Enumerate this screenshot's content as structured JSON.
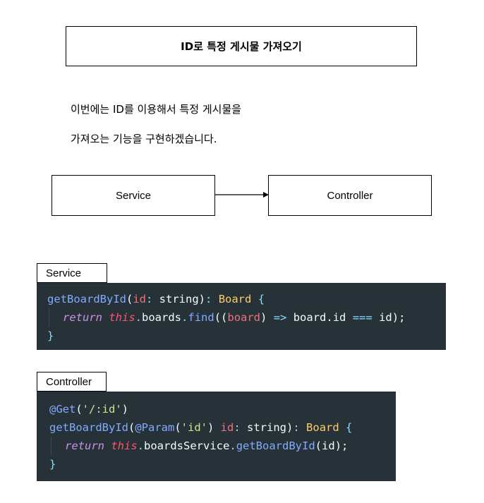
{
  "title": "ID로 특정 게시물 가져오기",
  "description": {
    "line1": "이번에는 ID를 이용해서 특정 게시물을",
    "line2": "가져오는 기능을 구현하겠습니다."
  },
  "flow": {
    "from": "Service",
    "to": "Controller"
  },
  "service_code": {
    "tag": "Service",
    "method_name": "getBoardById",
    "param_name": "id",
    "param_type": "string",
    "return_type": "Board",
    "keyword_return": "return",
    "keyword_this": "this",
    "boards_prop": "boards",
    "find_fn": "find",
    "board_param": "board",
    "arrow": "=>",
    "compare_lhs": "board.id",
    "strict_eq": "===",
    "compare_rhs": "id"
  },
  "controller_code": {
    "tag": "Controller",
    "decorator_get": "@Get",
    "route": "'/:id'",
    "method_name": "getBoardById",
    "decorator_param": "@Param",
    "param_key": "'id'",
    "param_name": "id",
    "param_type": "string",
    "return_type": "Board",
    "keyword_return": "return",
    "keyword_this": "this",
    "service_prop": "boardsService",
    "service_method": "getBoardById",
    "call_arg": "id"
  }
}
